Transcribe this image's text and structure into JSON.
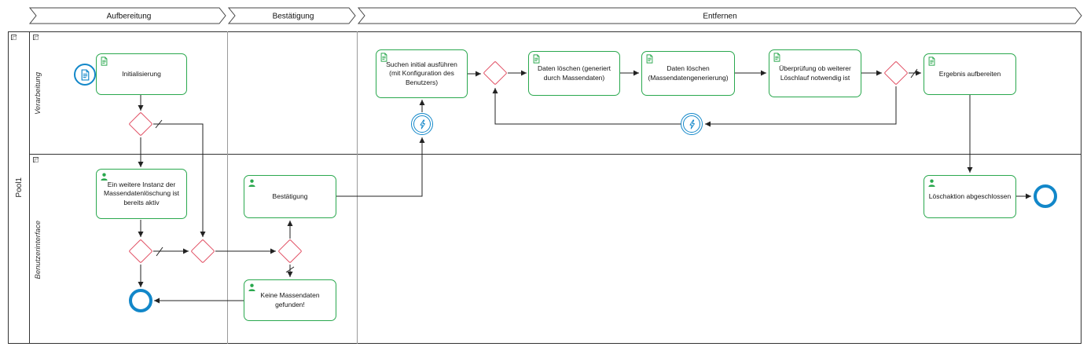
{
  "diagram": {
    "type": "BPMN process diagram",
    "phases": [
      {
        "label": "Aufbereitung"
      },
      {
        "label": "Bestätigung"
      },
      {
        "label": "Entfernen"
      }
    ],
    "pool": {
      "label": "Pool1",
      "lanes": [
        {
          "label": "Verarbeitung"
        },
        {
          "label": "Benutzerinterface"
        }
      ]
    },
    "nodes": {
      "start": {
        "type": "start-event",
        "icon": "document-icon"
      },
      "initialisierung": {
        "type": "task",
        "icon": "script-task-icon",
        "label": "Initialisierung"
      },
      "gateway1": {
        "type": "exclusive-gateway"
      },
      "instanz_aktiv": {
        "type": "task",
        "icon": "user-task-icon",
        "label": "Ein weitere Instanz der Massendatenlöschung ist bereits aktiv"
      },
      "gateway2": {
        "type": "exclusive-gateway"
      },
      "gateway3": {
        "type": "exclusive-gateway"
      },
      "end1": {
        "type": "end-event"
      },
      "keine_massendaten": {
        "type": "task",
        "icon": "user-task-icon",
        "label": "Keine Massendaten gefunden!"
      },
      "bestaetigung": {
        "type": "task",
        "icon": "user-task-icon",
        "label": "Bestätigung"
      },
      "gateway4": {
        "type": "exclusive-gateway"
      },
      "suchen_initial": {
        "type": "task",
        "icon": "script-task-icon",
        "label": "Suchen initial ausführen (mit Konfiguration des Benutzers)"
      },
      "event_bolt_1": {
        "type": "intermediate-event",
        "icon": "lightning-icon"
      },
      "gateway5": {
        "type": "exclusive-gateway"
      },
      "daten_loeschen_massendaten": {
        "type": "task",
        "icon": "script-task-icon",
        "label": "Daten löschen (generiert durch Massendaten)"
      },
      "daten_loeschen_generierung": {
        "type": "task",
        "icon": "script-task-icon",
        "label": "Daten löschen (Massendatengenerierung)"
      },
      "ueberpruefung": {
        "type": "task",
        "icon": "script-task-icon",
        "label": "Überprüfung ob weiterer Löschlauf notwendig ist"
      },
      "gateway6": {
        "type": "exclusive-gateway"
      },
      "event_bolt_2": {
        "type": "intermediate-event",
        "icon": "lightning-icon"
      },
      "ergebnis_aufbereiten": {
        "type": "task",
        "icon": "script-task-icon",
        "label": "Ergebnis aufbereiten"
      },
      "loeschaktion": {
        "type": "task",
        "icon": "user-task-icon",
        "label": "Löschaktion abgeschlossen"
      },
      "end2": {
        "type": "end-event"
      }
    },
    "flows": [
      {
        "from": "start",
        "to": "initialisierung"
      },
      {
        "from": "initialisierung",
        "to": "gateway1"
      },
      {
        "from": "gateway1",
        "to": "instanz_aktiv"
      },
      {
        "from": "gateway1",
        "to": "gateway3",
        "default": true
      },
      {
        "from": "instanz_aktiv",
        "to": "gateway2"
      },
      {
        "from": "gateway2",
        "to": "gateway3",
        "default": true
      },
      {
        "from": "gateway2",
        "to": "end1"
      },
      {
        "from": "gateway3",
        "to": "gateway4"
      },
      {
        "from": "gateway4",
        "to": "bestaetigung"
      },
      {
        "from": "gateway4",
        "to": "keine_massendaten",
        "default": true
      },
      {
        "from": "keine_massendaten",
        "to": "end1"
      },
      {
        "from": "bestaetigung",
        "to": "event_bolt_1"
      },
      {
        "from": "event_bolt_1",
        "to": "suchen_initial"
      },
      {
        "from": "suchen_initial",
        "to": "gateway5"
      },
      {
        "from": "gateway5",
        "to": "daten_loeschen_massendaten"
      },
      {
        "from": "daten_loeschen_massendaten",
        "to": "daten_loeschen_generierung"
      },
      {
        "from": "daten_loeschen_generierung",
        "to": "ueberpruefung"
      },
      {
        "from": "ueberpruefung",
        "to": "gateway6"
      },
      {
        "from": "gateway6",
        "to": "ergebnis_aufbereiten",
        "default": true
      },
      {
        "from": "gateway6",
        "to": "event_bolt_2"
      },
      {
        "from": "event_bolt_2",
        "to": "gateway5"
      },
      {
        "from": "ergebnis_aufbereiten",
        "to": "loeschaktion"
      },
      {
        "from": "loeschaktion",
        "to": "end2"
      }
    ],
    "colors": {
      "task_border": "#2aa84e",
      "gateway_border": "#e14f63",
      "event_border": "#1287c9",
      "flow_line": "#222222",
      "frame": "#333333"
    }
  }
}
